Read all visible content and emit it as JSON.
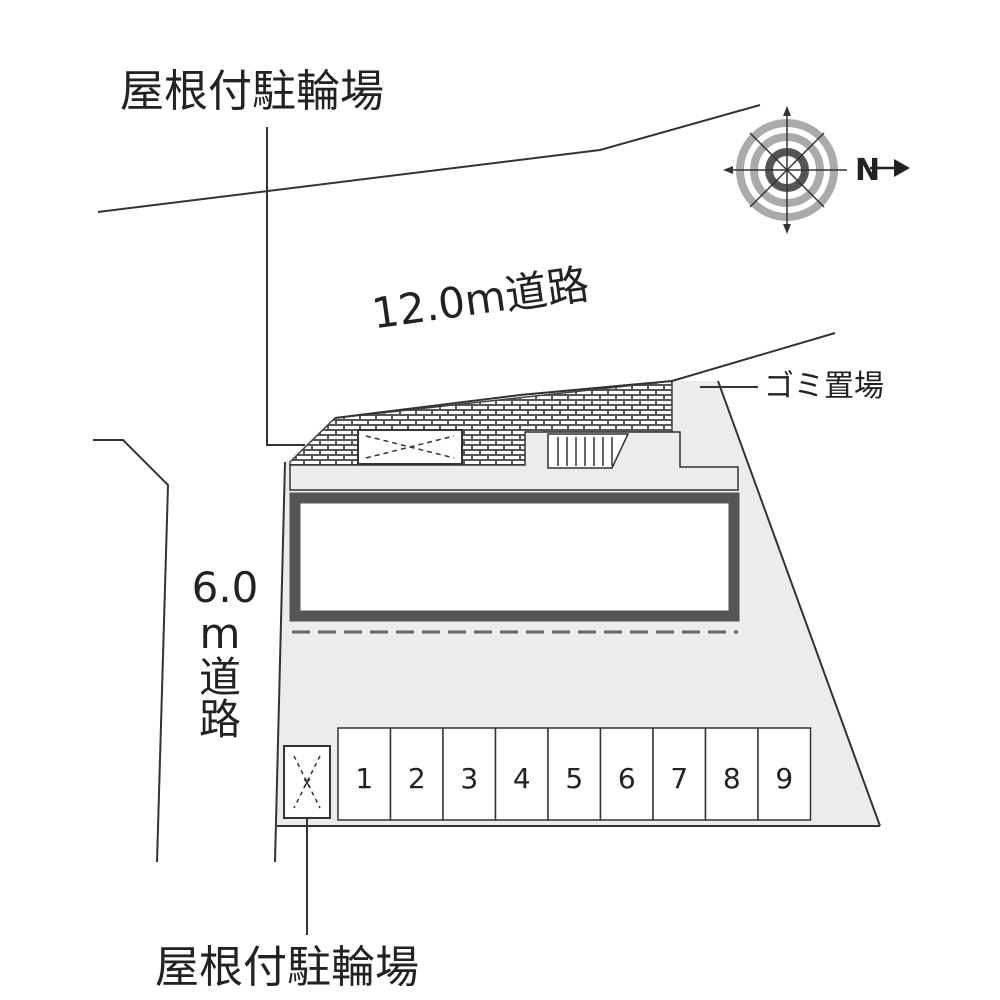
{
  "labels": {
    "bicycle_parking_top": "屋根付駐輪場",
    "bicycle_parking_bottom": "屋根付駐輪場",
    "main_road": "12.0m道路",
    "side_road_chars": [
      "6.0",
      "m",
      "道",
      "路"
    ],
    "garbage_area": "ゴミ置場",
    "compass_letter": "N"
  },
  "parking_spaces": [
    "1",
    "2",
    "3",
    "4",
    "5",
    "6",
    "7",
    "8",
    "9"
  ],
  "icons": {
    "compass": "compass-rose-icon",
    "bicycle_marker": "bicycle-parking-x-icon"
  },
  "colors": {
    "lot": "#ececec",
    "building_outline": "#555555",
    "line": "#333333"
  }
}
